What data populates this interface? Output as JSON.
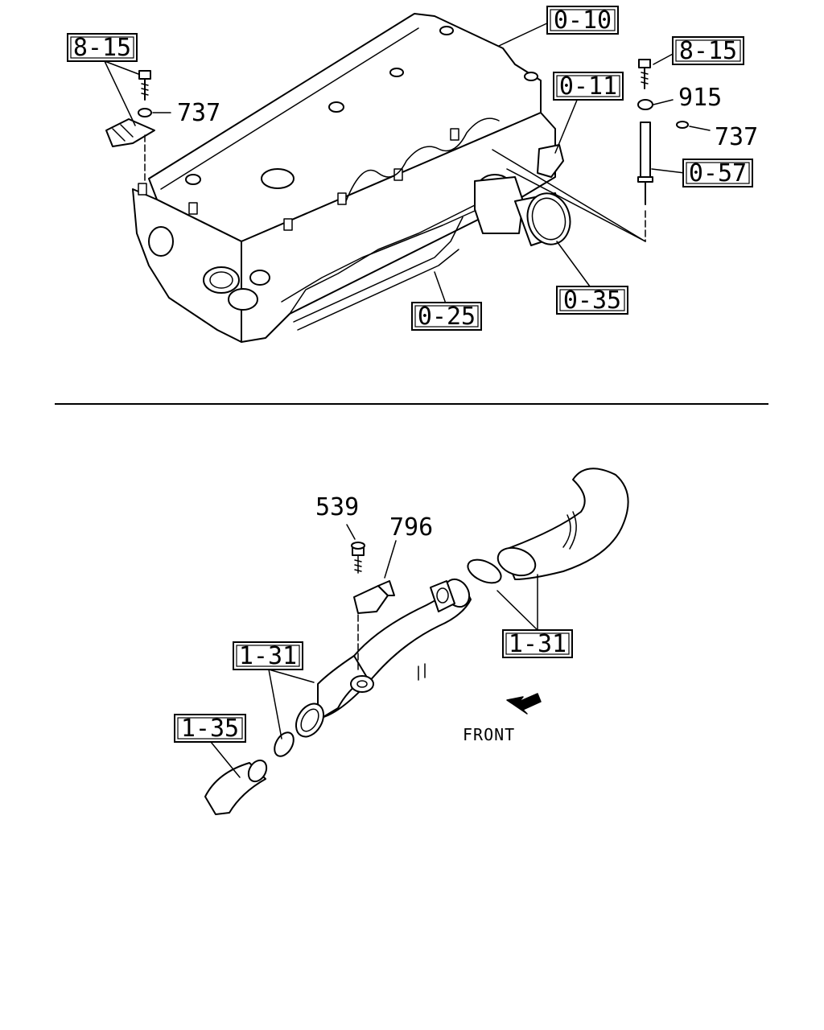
{
  "callouts": {
    "c_0_10": "0-10",
    "c_0_11": "0-11",
    "c_0_57": "0-57",
    "c_0_35": "0-35",
    "c_0_25": "0-25",
    "c_8_15_left": "8-15",
    "c_8_15_right": "8-15",
    "c_1_31_left": "1-31",
    "c_1_31_right": "1-31",
    "c_1_35": "1-35"
  },
  "part_numbers": {
    "p737_left": "737",
    "p737_right": "737",
    "p915": "915",
    "p539": "539",
    "p796": "796"
  },
  "direction": {
    "front": "FRONT"
  }
}
